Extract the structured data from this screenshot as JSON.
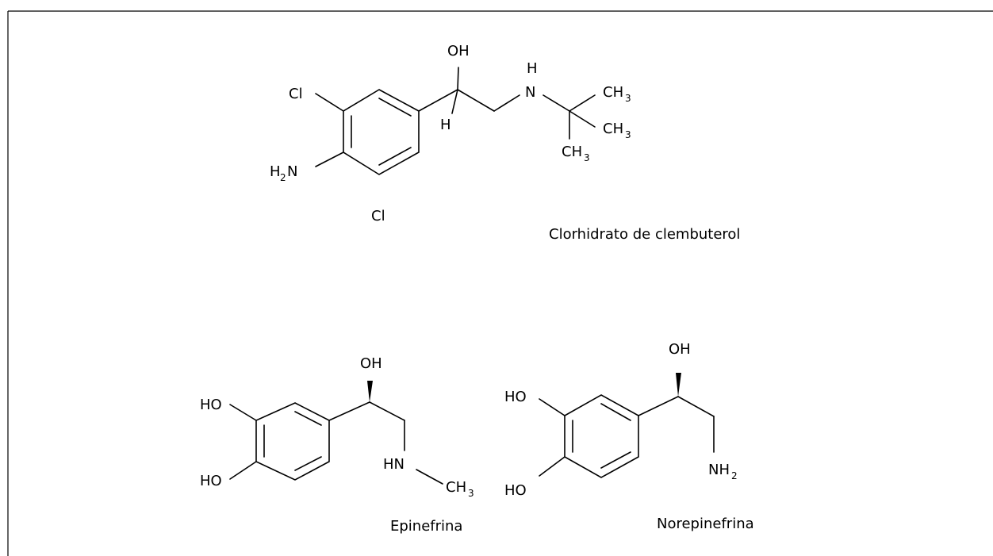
{
  "molecules": {
    "clenbuterol": {
      "name": "Clorhidrato de clembuterol",
      "labels": {
        "oh": "OH",
        "cl_ring": "Cl",
        "h_stereo": "H",
        "nh_h": "H",
        "nh_n": "N",
        "ch3_top": "CH",
        "ch3_top_sub": "3",
        "ch3_mid": "CH",
        "ch3_mid_sub": "3",
        "ch3_bot": "CH",
        "ch3_bot_sub": "3",
        "h2n_h": "H",
        "h2n_sub": "2",
        "h2n_n": "N",
        "cl_salt": "Cl"
      }
    },
    "epinephrine": {
      "name": "Epinefrina",
      "labels": {
        "oh": "OH",
        "ho_top": "HO",
        "ho_bot": "HO",
        "hn": "HN",
        "ch3": "CH",
        "ch3_sub": "3"
      }
    },
    "norepinephrine": {
      "name": "Norepinefrina",
      "labels": {
        "oh": "OH",
        "ho_top": "HO",
        "ho_bot": "HO",
        "nh2": "NH",
        "nh2_sub": "2"
      }
    }
  }
}
